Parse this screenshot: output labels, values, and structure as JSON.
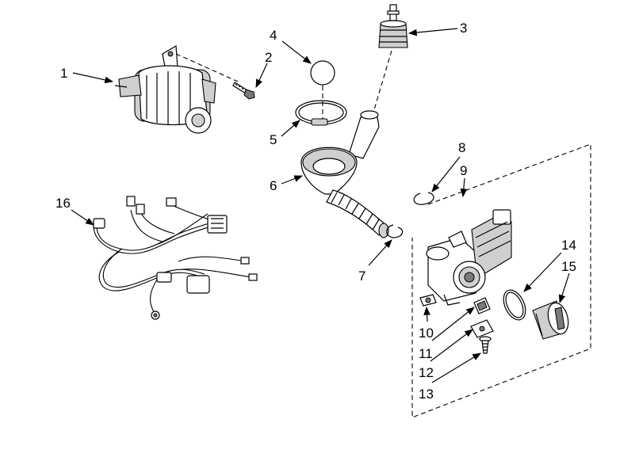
{
  "diagram": {
    "callouts": [
      {
        "id": "1",
        "text": "1"
      },
      {
        "id": "2",
        "text": "2"
      },
      {
        "id": "3",
        "text": "3"
      },
      {
        "id": "4",
        "text": "4"
      },
      {
        "id": "5",
        "text": "5"
      },
      {
        "id": "6",
        "text": "6"
      },
      {
        "id": "7",
        "text": "7"
      },
      {
        "id": "8",
        "text": "8"
      },
      {
        "id": "9",
        "text": "9"
      },
      {
        "id": "10",
        "text": "10"
      },
      {
        "id": "11",
        "text": "11"
      },
      {
        "id": "12",
        "text": "12"
      },
      {
        "id": "13",
        "text": "13"
      },
      {
        "id": "14",
        "text": "14"
      },
      {
        "id": "15",
        "text": "15"
      },
      {
        "id": "16",
        "text": "16"
      }
    ]
  }
}
